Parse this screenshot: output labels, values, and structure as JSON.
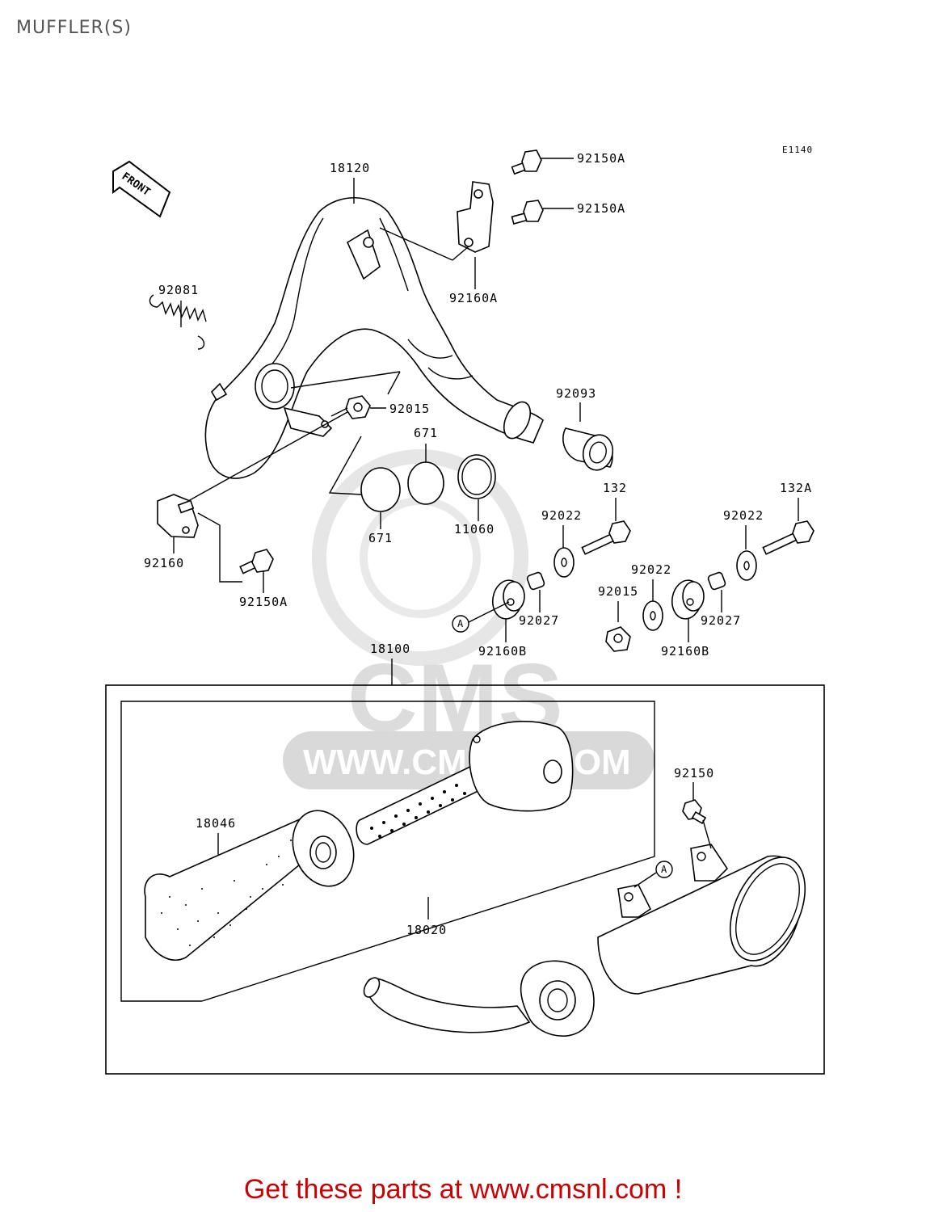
{
  "title": "MUFFLER(S)",
  "diagram_code": "E1140",
  "front_label": "FRONT",
  "marker_label": "A",
  "watermark": {
    "logo_text": "CMS",
    "url_text": "WWW.CMSNL.COM"
  },
  "parts": {
    "p18120": "18120",
    "p92150A_1": "92150A",
    "p92150A_2": "92150A",
    "p92160A": "92160A",
    "p92081": "92081",
    "p92015_1": "92015",
    "p92093": "92093",
    "p671_top": "671",
    "p671_bottom": "671",
    "p11060": "11060",
    "p92160": "92160",
    "p92150A_3": "92150A",
    "p132": "132",
    "p132A": "132A",
    "p92022_1": "92022",
    "p92022_2": "92022",
    "p92022_3": "92022",
    "p92027_1": "92027",
    "p92027_2": "92027",
    "p92015_2": "92015",
    "p92160B_1": "92160B",
    "p92160B_2": "92160B",
    "p18100": "18100",
    "p92150": "92150",
    "p18046": "18046",
    "p18020": "18020"
  },
  "promo": "Get these parts at www.cmsnl.com !"
}
